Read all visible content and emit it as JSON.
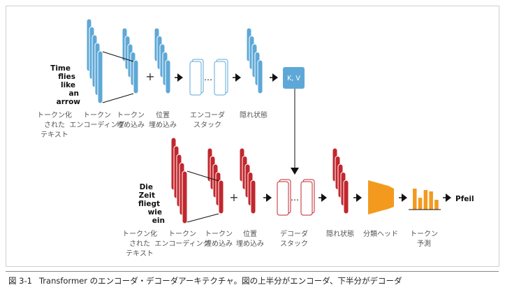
{
  "colors": {
    "encoder": "#5ea8d7",
    "decoder": "#c1272d",
    "head": "#f39a1e",
    "arrow": "#111111"
  },
  "encoder": {
    "input_words": [
      "Time",
      "flies",
      "like",
      "an",
      "arrow"
    ],
    "kv_label": "K, V",
    "ellipsis": "…",
    "plus": "+",
    "labels": [
      [
        "トークン化",
        "された",
        "テキスト"
      ],
      [
        "トークン",
        "エンコーディング"
      ],
      [
        "トークン",
        "埋め込み"
      ],
      [
        "位置",
        "埋め込み"
      ],
      [
        "エンコーダ",
        "スタック"
      ],
      [
        "隠れ状態"
      ]
    ]
  },
  "decoder": {
    "input_words": [
      "Die",
      "Zeit",
      "fliegt",
      "wie",
      "ein"
    ],
    "output_word": "Pfeil",
    "ellipsis": "…",
    "plus": "+",
    "prediction_bars": [
      0.75,
      0.42,
      0.7,
      0.65,
      0.35
    ],
    "labels": [
      [
        "トークン化",
        "された",
        "テキスト"
      ],
      [
        "トークン",
        "エンコーディング"
      ],
      [
        "トークン",
        "埋め込み"
      ],
      [
        "位置",
        "埋め込み"
      ],
      [
        "デコーダ",
        "スタック"
      ],
      [
        "隠れ状態"
      ],
      [
        "分類ヘッド"
      ],
      [
        "トークン",
        "予測"
      ]
    ]
  },
  "caption": {
    "number": "図 3-1",
    "text": "Transformer のエンコーダ・デコーダアーキテクチャ。図の上半分がエンコーダ、下半分がデコーダ"
  }
}
